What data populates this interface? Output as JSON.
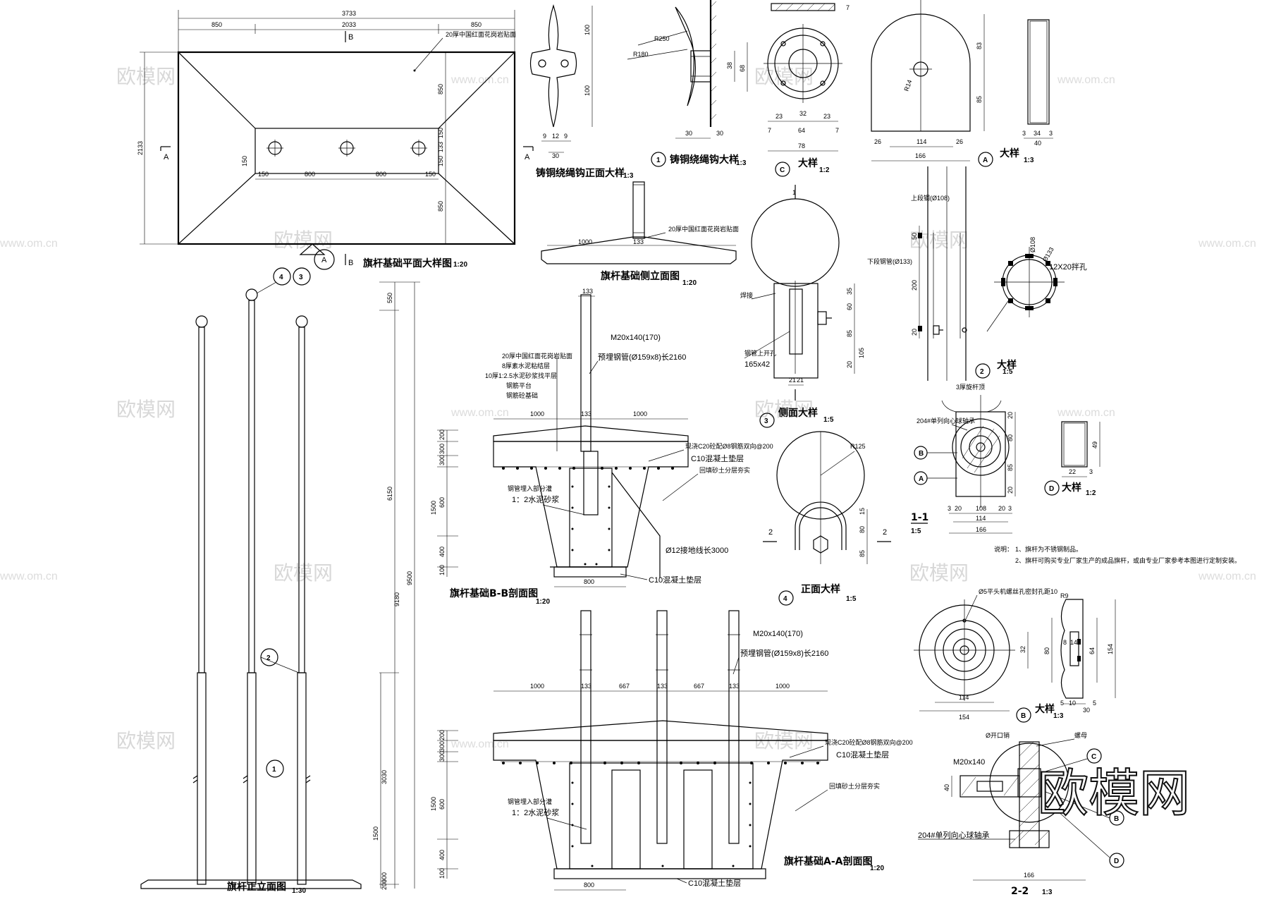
{
  "watermark": {
    "text": "欧模网",
    "url": "www.om.cn"
  },
  "logo": {
    "text": "欧模网"
  },
  "plan": {
    "title": "旗杆基础平面大样图",
    "scale": "1:20",
    "dims": {
      "total": "3733",
      "left": "850",
      "mid": "2033",
      "right": "850",
      "height": "2133",
      "inner_top": "850",
      "inner_bottom": "850",
      "slot_w": "150",
      "slot_h": "133",
      "slot_d": "150",
      "off_l": "150",
      "gap1": "800",
      "gap2": "800",
      "off_r": "150",
      "off_s": "150",
      "off_t": "150"
    },
    "note": "20厚中国红面花岗岩贴面",
    "marks": {
      "a_left": "A",
      "a_right": "A",
      "b_top": "B",
      "b_bottom": "B",
      "a_bottom": "A"
    }
  },
  "hook_front": {
    "title": "铸铜绕绳钩正面大样",
    "scale": "1:3",
    "dims": {
      "h1": "100",
      "h2": "100",
      "w1": "9",
      "w2": "12",
      "w3": "9",
      "w4": "30"
    }
  },
  "hook_detail": {
    "title": "铸铜绕绳钩大样",
    "scale": "1:3",
    "num": "1",
    "dims": {
      "r1": "R250",
      "r2": "R180",
      "d1": "38",
      "d2": "68",
      "w1": "30",
      "w2": "30"
    }
  },
  "detail_c": {
    "title": "大样",
    "scale": "1:2",
    "mark": "C",
    "dims": {
      "top": "7",
      "a": "23",
      "b": "32",
      "c": "23",
      "d": "7",
      "e": "64",
      "f": "7",
      "total": "78"
    }
  },
  "detail_a": {
    "title": "大样",
    "scale": "1:3",
    "mark": "A",
    "dims": {
      "h1": "83",
      "h2": "85",
      "r": "R14",
      "w": "114",
      "l": "26",
      "r2": "26",
      "total": "166",
      "s1": "3",
      "s2": "34",
      "s3": "3",
      "s4": "40"
    }
  },
  "side_elev": {
    "title": "旗杆基础侧立面图",
    "scale": "1:20",
    "note": "20厚中国红面花岗岩贴面",
    "dims": {
      "left": "1000",
      "mid": "133"
    }
  },
  "side_detail": {
    "title": "侧面大样",
    "scale": "1:5",
    "num": "3",
    "mark": "1",
    "dims": {
      "a": "35",
      "b": "60",
      "c": "85",
      "d": "105",
      "e": "20",
      "w": "21",
      "w2": "21"
    },
    "labels": {
      "weld": "焊接",
      "plate": "钢管上开孔",
      "size": "165x42"
    }
  },
  "front_detail": {
    "title": "正面大样",
    "scale": "1:5",
    "num": "4",
    "dims": {
      "r": "R125",
      "a": "80",
      "b": "85",
      "c": "15"
    },
    "marks": {
      "l": "2",
      "r": "2"
    }
  },
  "detail_2": {
    "title": "大样",
    "scale": "1:5",
    "num": "2",
    "labels": {
      "upper": "上段钢(Ø108)",
      "lower": "下段钢管(Ø133)",
      "d1": "Ø108",
      "d2": "Ø133",
      "hole": "12X20拌孔"
    },
    "dims": {
      "a": "20",
      "b": "200",
      "c": "50"
    }
  },
  "section_11": {
    "title": "1-1",
    "scale": "1:5",
    "labels": {
      "top": "3厚旋杆顶",
      "bearing": "204#单列向心球轴承"
    },
    "dims": {
      "a": "20",
      "b": "80",
      "c": "85",
      "d": "20",
      "w1": "3",
      "w2": "20",
      "w3": "108",
      "w4": "20",
      "w5": "3",
      "w6": "114",
      "w7": "166"
    },
    "marks": {
      "b": "B",
      "a": "A"
    }
  },
  "detail_d": {
    "title": "大样",
    "scale": "1:2",
    "mark": "D",
    "dims": {
      "h": "49",
      "w": "22",
      "t": "3"
    }
  },
  "notes": {
    "title": "说明：",
    "items": [
      "1、旗杆为不锈钢制品。",
      "2、旗杆可购买专业厂家生产的成品旗杆，或由专业厂家参考本图进行定制安装。"
    ]
  },
  "detail_b": {
    "title": "大样",
    "scale": "1:3",
    "mark": "B",
    "labels": {
      "screw": "Ø5平头机螺丝孔密封孔距10"
    },
    "dims": {
      "a": "32",
      "b": "80",
      "w1": "114",
      "w2": "154",
      "r": "R9",
      "c": "8",
      "d": "14",
      "e": "64",
      "f": "154",
      "g": "5",
      "h": "10",
      "i": "30",
      "j": "5"
    }
  },
  "elevation": {
    "title": "旗杆正立面图",
    "scale": "1:30",
    "dims": {
      "a": "550",
      "b": "6150",
      "c": "9500",
      "d": "9180",
      "e": "3030",
      "f": "1500",
      "g": "300",
      "h": "200"
    },
    "marks": {
      "m4": "4",
      "m3": "3",
      "m2": "2",
      "m1": "1"
    }
  },
  "section_bb": {
    "title": "旗杆基础B-B剖面图",
    "scale": "1:20",
    "labels": {
      "bolt": "M20x140(170)",
      "pipe": "预埋钢管(Ø159x8)长2160",
      "l1": "20厚中国红面花岗岩贴面",
      "l2": "8厚素水泥粘结层",
      "l3": "10厚1:2.5水泥砂浆找平层",
      "l4": "钢筋平台",
      "l5": "钢筋砼基础",
      "l6": "现浇C20砼配Ø8钢筋双向@200",
      "l7": "C10混凝土垫层",
      "l8": "回填砂土分层夯实",
      "l9": "钢管埋入部分灌",
      "l10": "1：2水泥砂浆",
      "l11": "Ø12接地线长3000",
      "l12": "C10混凝土垫层"
    },
    "dims": {
      "a": "133",
      "left": "1000",
      "mid": "133",
      "right": "1000",
      "v1": "200",
      "v2": "300",
      "v3": "300",
      "v4": "1500",
      "v5": "600",
      "v6": "400",
      "v7": "100",
      "bottom": "800"
    }
  },
  "section_aa": {
    "title": "旗杆基础A-A剖面图",
    "scale": "1:20",
    "labels": {
      "bolt": "M20x140(170)",
      "pipe": "预埋钢管(Ø159x8)长2160",
      "l6": "现浇C20砼配Ø8钢筋双向@200",
      "l7": "C10混凝土垫层",
      "l8": "回填砂土分层夯实",
      "l9": "钢管埋入部分灌",
      "l10": "1：2水泥砂浆",
      "l12": "C10混凝土垫层"
    },
    "dims": {
      "a": "1000",
      "b": "133",
      "c": "667",
      "d": "133",
      "e": "667",
      "f": "133",
      "g": "1000",
      "v1": "200",
      "v2": "300",
      "v3": "300",
      "v4": "1500",
      "v5": "600",
      "v6": "400",
      "v7": "100",
      "bottom": "800"
    }
  },
  "section_22": {
    "title": "2-2",
    "scale": "1:3",
    "labels": {
      "pin": "Ø开口销",
      "nut": "螺母",
      "bolt": "M20x140",
      "bearing": "204#单列向心球轴承"
    },
    "dims": {
      "a": "40",
      "w": "166"
    },
    "marks": {
      "c": "C",
      "b": "B",
      "d": "D"
    }
  }
}
